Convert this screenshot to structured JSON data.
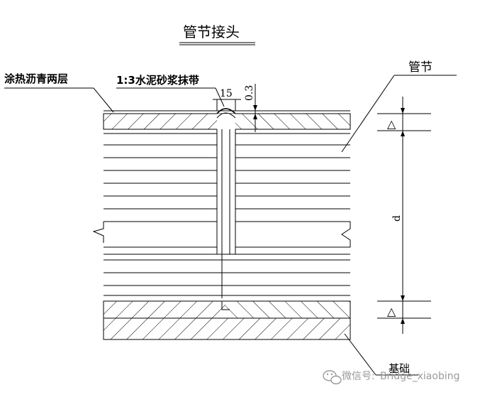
{
  "title": "管节接头",
  "labels": {
    "coating": "涂热沥青两层",
    "mortar_band": "1:3水泥砂浆抹带",
    "pipe_section": "管节",
    "foundation": "基础",
    "dim_width": "15",
    "dim_thickness": "0.3",
    "dim_diameter": "d",
    "triangle_top": "△",
    "triangle_bottom": "△"
  },
  "watermark": {
    "prefix": "微信号:",
    "account": "Bridge_xiaobing",
    "icon": "wechat-icon"
  }
}
